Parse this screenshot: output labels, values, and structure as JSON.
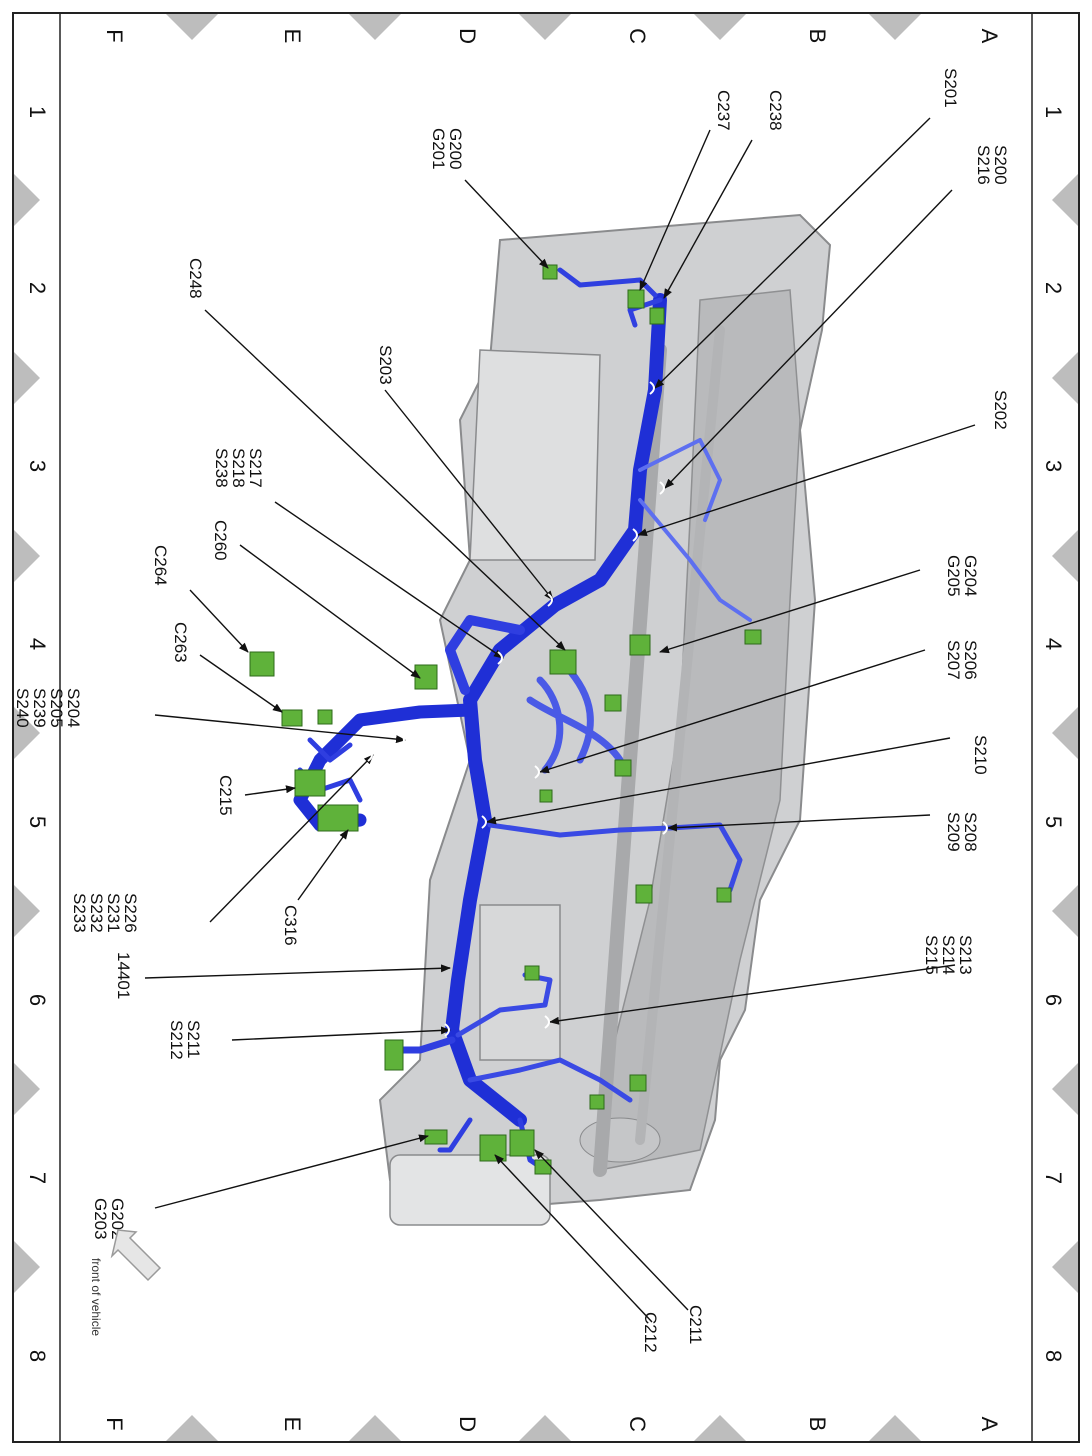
{
  "grid": {
    "columns": [
      "1",
      "2",
      "3",
      "4",
      "5",
      "6",
      "7",
      "8"
    ],
    "rows": [
      "A",
      "B",
      "C",
      "D",
      "E",
      "F"
    ]
  },
  "orientation_note": "front of vehicle",
  "colors": {
    "harness": "#1f2fd6",
    "harness_light": "#5d6ff0",
    "connector": "#5fb23a",
    "chassis": "#c9cacc",
    "border": "#222222",
    "marker": "#bdbdbd"
  },
  "labels": [
    {
      "id": "s201",
      "lines": [
        "S201"
      ]
    },
    {
      "id": "s200",
      "lines": [
        "S200",
        "S216"
      ]
    },
    {
      "id": "c238",
      "lines": [
        "C238"
      ]
    },
    {
      "id": "c237",
      "lines": [
        "C237"
      ]
    },
    {
      "id": "g200",
      "lines": [
        "G200",
        "G201"
      ]
    },
    {
      "id": "c248",
      "lines": [
        "C248"
      ]
    },
    {
      "id": "s203",
      "lines": [
        "S203"
      ]
    },
    {
      "id": "s202",
      "lines": [
        "S202"
      ]
    },
    {
      "id": "s217",
      "lines": [
        "S217",
        "S218",
        "S238"
      ]
    },
    {
      "id": "c260",
      "lines": [
        "C260"
      ]
    },
    {
      "id": "c264",
      "lines": [
        "C264"
      ]
    },
    {
      "id": "c263",
      "lines": [
        "C263"
      ]
    },
    {
      "id": "g204",
      "lines": [
        "G204",
        "G205"
      ]
    },
    {
      "id": "s206",
      "lines": [
        "S206",
        "S207"
      ]
    },
    {
      "id": "s204",
      "lines": [
        "S204",
        "S205",
        "S239",
        "S240"
      ]
    },
    {
      "id": "s210",
      "lines": [
        "S210"
      ]
    },
    {
      "id": "c215",
      "lines": [
        "C215"
      ]
    },
    {
      "id": "s208",
      "lines": [
        "S208",
        "S209"
      ]
    },
    {
      "id": "c316",
      "lines": [
        "C316"
      ]
    },
    {
      "id": "s226",
      "lines": [
        "S226",
        "S231",
        "S232",
        "S233"
      ]
    },
    {
      "id": "p14401",
      "lines": [
        "14401"
      ]
    },
    {
      "id": "s213",
      "lines": [
        "S213",
        "S214",
        "S215"
      ]
    },
    {
      "id": "s211",
      "lines": [
        "S211",
        "S212"
      ]
    },
    {
      "id": "g202",
      "lines": [
        "G202",
        "G203"
      ]
    },
    {
      "id": "c212",
      "lines": [
        "C212"
      ]
    },
    {
      "id": "c211",
      "lines": [
        "C211"
      ]
    }
  ]
}
